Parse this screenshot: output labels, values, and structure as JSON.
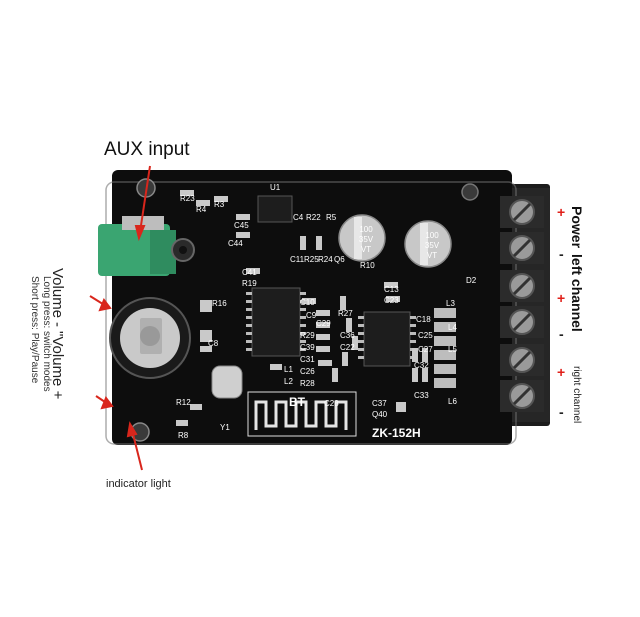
{
  "labels": {
    "aux_input": "AUX input",
    "indicator_light": "indicator light",
    "volume_down": "Volume",
    "volume_down_sign": "-",
    "volume_up": "\"Volume +",
    "long_press": "Long press: switch modes",
    "short_press": "Short press: Play/Pause",
    "power": "Power",
    "left_channel": "left channel",
    "right_channel": "right channel"
  },
  "terminal_signs": [
    "+",
    "-",
    "+",
    "-",
    "+",
    "-"
  ],
  "board": {
    "model": "ZK-152H",
    "bt_label": "BT",
    "cap_top_left": [
      "100",
      "35V",
      "VT"
    ],
    "cap_top_right": [
      "100",
      "35V",
      "VT"
    ],
    "silkscreen": [
      "R23",
      "R4",
      "R3",
      "C45",
      "C44",
      "U1",
      "C4",
      "R22",
      "R5",
      "C11",
      "R25",
      "R24",
      "Q6",
      "R10",
      "C41",
      "R19",
      "C13",
      "C23",
      "L3",
      "R16",
      "C10",
      "R27",
      "C18",
      "C29",
      "L4",
      "C9",
      "R29",
      "C36",
      "L5",
      "C39",
      "C22",
      "C25",
      "C27",
      "C32",
      "C31",
      "C26",
      "R28",
      "L1",
      "L2",
      "C28",
      "C8",
      "R12",
      "R8",
      "Y1",
      "C37",
      "Q40",
      "D2",
      "L6",
      "C33"
    ]
  },
  "colors": {
    "arrow": "#d9261c",
    "plus": "#e0201a",
    "pcb": "#0d0d0d",
    "jack": "#3aa571",
    "terminal": "#232323"
  }
}
